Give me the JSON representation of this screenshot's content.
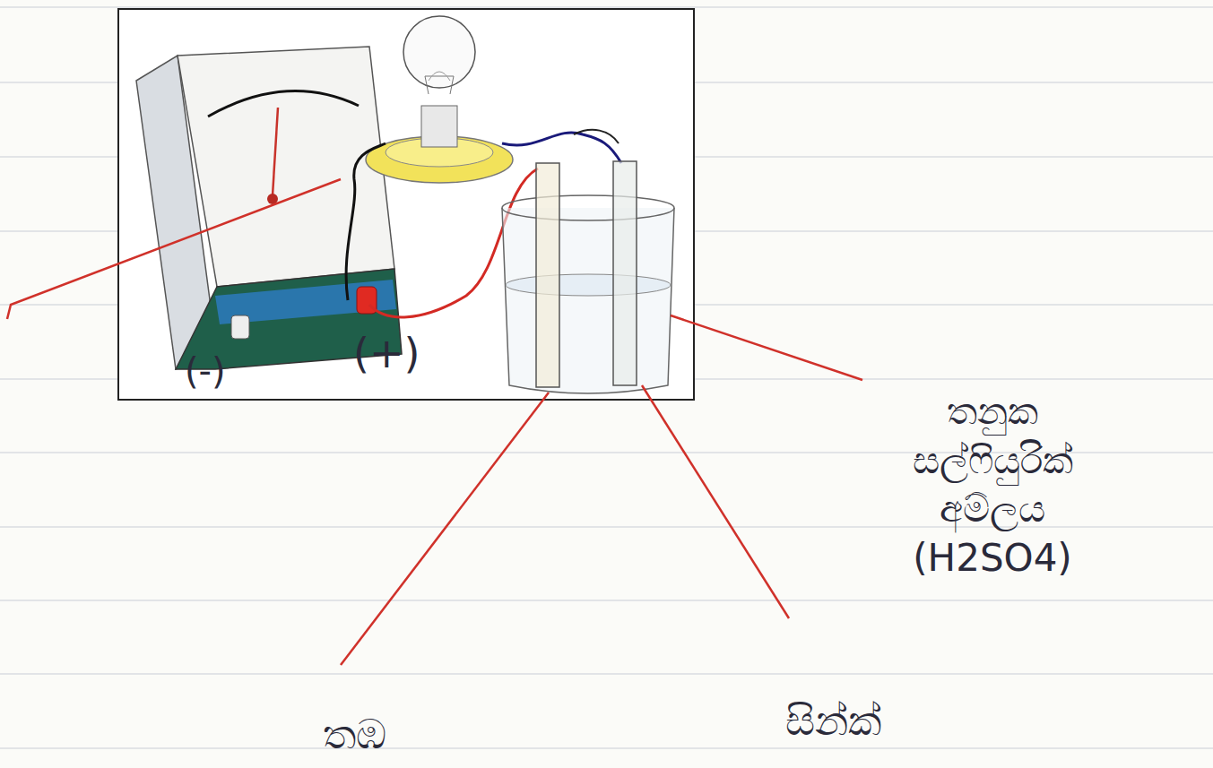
{
  "diagram": {
    "labels": [
      "(-)",
      "(+)",
      "තනුක සල්ෆියුරික් අම්ලය (H2SO4)",
      "තඹ",
      "සින්ක්"
    ]
  }
}
